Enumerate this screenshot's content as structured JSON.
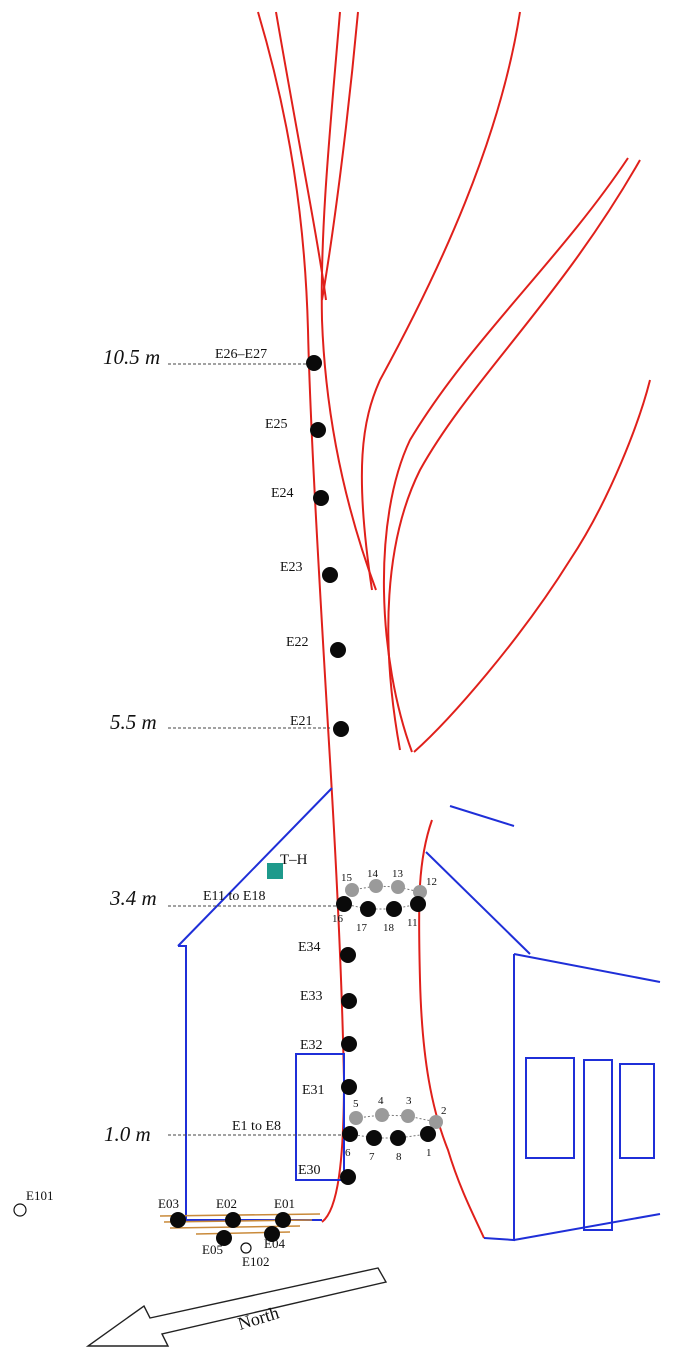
{
  "colors": {
    "trunk": "#e0201b",
    "building": "#1f2fd8",
    "sensor": "#0a0a0a",
    "sensor_grey": "#9a9a9a",
    "sensor_th": "#1e9a8c",
    "roots": "#c98a3a",
    "text": "#111111"
  },
  "heights": {
    "h1": "10.5 m",
    "h2": "5.5 m",
    "h3": "3.4 m",
    "h4": "1.0 m"
  },
  "labels": {
    "e26_e27": "E26–E27",
    "e25": "E25",
    "e24": "E24",
    "e23": "E23",
    "e22": "E22",
    "e21": "E21",
    "th": "T–H",
    "e11_e18": "E11 to E18",
    "e34": "E34",
    "e33": "E33",
    "e32": "E32",
    "e31": "E31",
    "e1_e8": "E1 to E8",
    "e30": "E30",
    "e101": "E101",
    "e03": "E03",
    "e02": "E02",
    "e01": "E01",
    "e05": "E05",
    "e04": "E04",
    "e102": "E102",
    "north": "North"
  },
  "ring_upper": [
    "15",
    "14",
    "13",
    "12",
    "16",
    "17",
    "18",
    "11"
  ],
  "ring_lower": [
    "5",
    "4",
    "3",
    "2",
    "6",
    "7",
    "8",
    "1"
  ]
}
